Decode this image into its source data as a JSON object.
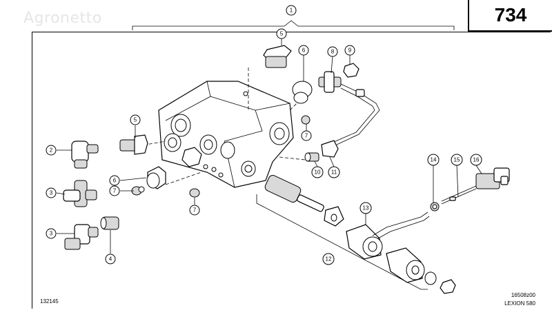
{
  "watermark": "Agronetto",
  "page_number": "734",
  "drawing_code": "16508z00",
  "model": "LEXION 580",
  "left_code": "132145",
  "callouts": {
    "c1": "1",
    "c2": "2",
    "c3a": "3",
    "c3b": "3",
    "c4": "4",
    "c5a": "5",
    "c5b": "5",
    "c6a": "6",
    "c6b": "6",
    "c7a": "7",
    "c7b": "7",
    "c7c": "7",
    "c8": "8",
    "c9": "9",
    "c10": "10",
    "c11": "11",
    "c12": "12",
    "c13": "13",
    "c14": "14",
    "c15": "15",
    "c16": "16"
  },
  "colors": {
    "line": "#000000",
    "part_fill": "#ffffff",
    "shade": "#d9d9d9",
    "watermark": "#e6e6e6"
  }
}
